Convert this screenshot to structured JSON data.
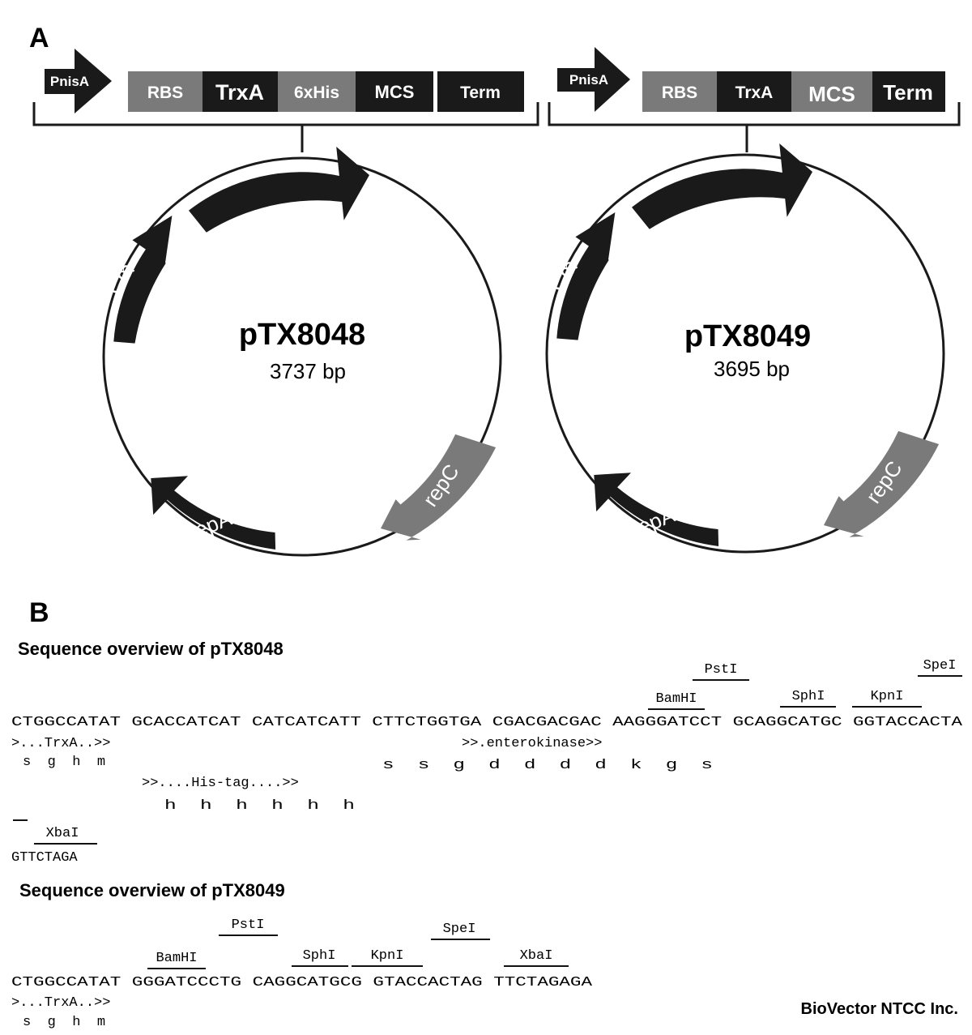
{
  "panel_a": {
    "label": "A",
    "left_cassette": {
      "promoter": "PnisA",
      "segments": [
        "RBS",
        "TrxA",
        "6xHis",
        "MCS",
        "Term"
      ]
    },
    "right_cassette": {
      "promoter": "PnisA",
      "segments": [
        "RBS",
        "TrxA",
        "MCS",
        "Term"
      ]
    },
    "plasmids": [
      {
        "name": "pTX8048",
        "size": "3737 bp",
        "genes": [
          "Cm",
          "repA",
          "repC"
        ]
      },
      {
        "name": "pTX8049",
        "size": "3695 bp",
        "genes": [
          "Cm",
          "repA",
          "repC"
        ]
      }
    ]
  },
  "panel_b": {
    "label": "B",
    "seq1": {
      "title": "Sequence overview of pTX8048",
      "sites": [
        "PstI",
        "SpeI",
        "BamHI",
        "SphI",
        "KpnI"
      ],
      "sequence": "CTGGCCATAT GCACCATCAT CATCATCATT CTTCTGGTGA CGACGACGAC AAGGGATCCT GCAGGCATGC GGTACCACTA",
      "feature_trxa": ">...TrxA..>>",
      "feature_enterokinase": ">>.enterokinase>>",
      "aa_trxa": "s  g  h  m",
      "aa_ek": "s  s  g  d  d  d  d  k  g  s",
      "feature_his": ">>....His-tag....>>",
      "aa_his": "h  h  h  h  h  h",
      "site_xba": "XbaI",
      "sequence2": "GTTCTAGA"
    },
    "seq2": {
      "title": "Sequence overview of pTX8049",
      "sites": [
        "PstI",
        "SpeI",
        "BamHI",
        "SphI",
        "KpnI",
        "XbaI"
      ],
      "sequence": "CTGGCCATAT GGGATCCCTG CAGGCATGCG GTACCACTAG TTCTAGAGA",
      "feature_trxa": ">...TrxA..>>",
      "aa_trxa": "s  g  h  m"
    }
  },
  "credit": "BioVector NTCC Inc.",
  "colors": {
    "dark": "#1a1a1a",
    "gray": "#7a7a7a",
    "text": "#111111"
  }
}
